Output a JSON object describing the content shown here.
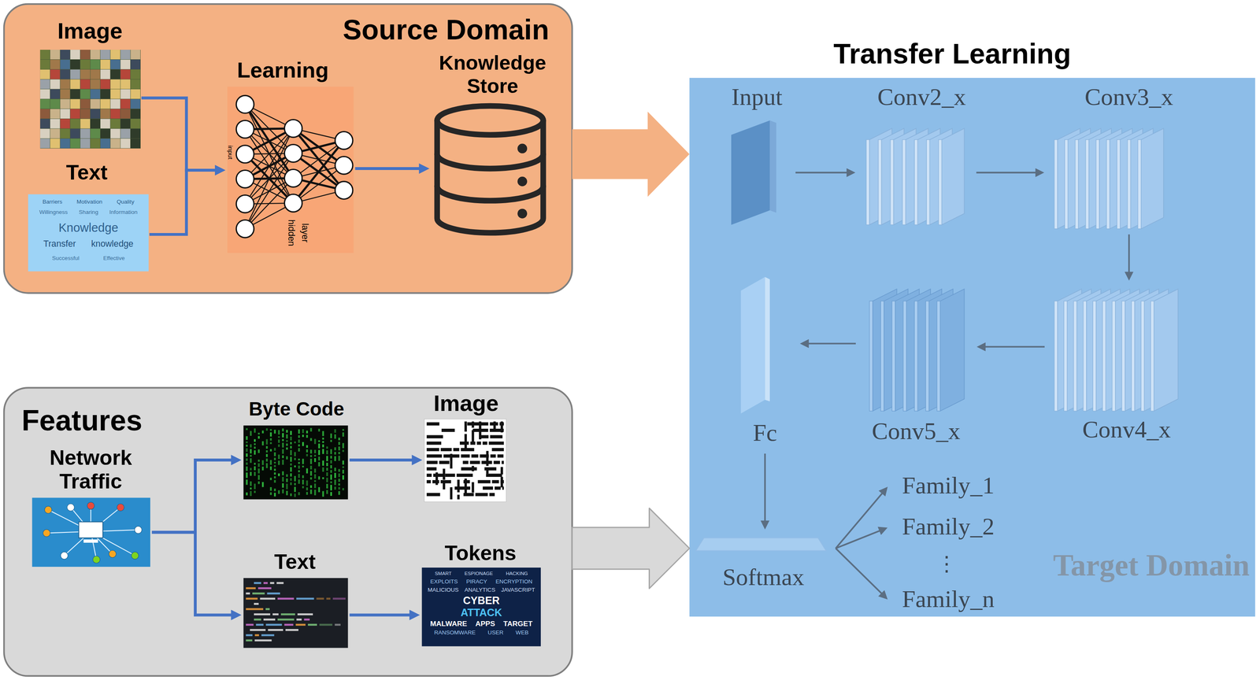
{
  "diagram": {
    "nodes": [
      {
        "text": [
          "Source Domain"
        ]
      },
      {
        "text": [
          "Image"
        ],
        "in": 0
      },
      {
        "text": [
          "Text"
        ],
        "in": 0
      },
      {
        "text": [
          "Learning"
        ],
        "in": 0
      },
      {
        "text": [
          "Knowledge Store"
        ],
        "in": 0
      },
      {
        "text": [
          "Transfer Learning",
          "Target Domain"
        ]
      },
      {
        "text": [
          "Input"
        ],
        "in": 5
      },
      {
        "text": [
          "Conv2_x"
        ],
        "in": 5
      },
      {
        "text": [
          "Conv3_x"
        ],
        "in": 5
      },
      {
        "text": [
          "Conv4_x"
        ],
        "in": 5
      },
      {
        "text": [
          "Conv5_x"
        ],
        "in": 5
      },
      {
        "text": [
          "Fc"
        ],
        "in": 5
      },
      {
        "text": [
          "Softmax"
        ],
        "in": 5
      },
      {
        "text": [
          "Family_1"
        ],
        "in": 5
      },
      {
        "text": [
          "Family_2"
        ],
        "in": 5
      },
      {
        "text": [
          "Family_n"
        ],
        "in": 5
      },
      {
        "text": [
          "Features"
        ]
      },
      {
        "text": [
          "Network Traffic"
        ],
        "in": 16
      },
      {
        "text": [
          "Byte Code"
        ],
        "in": 16
      },
      {
        "text": [
          "Image"
        ],
        "in": 16
      },
      {
        "text": [
          "Text"
        ],
        "in": 16
      },
      {
        "text": [
          "Tokens"
        ],
        "in": 16
      }
    ],
    "edges": [
      {
        "from": 1,
        "to": 3,
        "arrow": "to"
      },
      {
        "from": 2,
        "to": 3,
        "arrow": "to"
      },
      {
        "from": 3,
        "to": 4,
        "arrow": "to"
      },
      {
        "from": 0,
        "to": 5,
        "arrow": "to"
      },
      {
        "from": 6,
        "to": 7,
        "arrow": "to"
      },
      {
        "from": 7,
        "to": 8,
        "arrow": "to"
      },
      {
        "from": 8,
        "to": 9,
        "arrow": "to"
      },
      {
        "from": 9,
        "to": 10,
        "arrow": "to"
      },
      {
        "from": 10,
        "to": 11,
        "arrow": "to"
      },
      {
        "from": 11,
        "to": 12,
        "arrow": "to"
      },
      {
        "from": 12,
        "to": 13,
        "arrow": "to"
      },
      {
        "from": 12,
        "to": 14,
        "arrow": "to"
      },
      {
        "from": 12,
        "to": 15,
        "arrow": "to"
      },
      {
        "from": 17,
        "to": 18,
        "arrow": "to"
      },
      {
        "from": 17,
        "to": 20,
        "arrow": "to"
      },
      {
        "from": 18,
        "to": 19,
        "arrow": "to"
      },
      {
        "from": 20,
        "to": 21,
        "arrow": "to"
      },
      {
        "from": 16,
        "to": 5,
        "arrow": "to"
      }
    ],
    "labels": [
      "⋮",
      "input",
      "hidden",
      "layer",
      "Barriers",
      "Motivation",
      "Quality",
      "Willingness",
      "Sharing",
      "Information",
      "Knowledge",
      "Transfer",
      "knowledge",
      "Successful",
      "Effective",
      "SMART",
      "ESPIONAGE",
      "HACKING",
      "EXPLOITS",
      "PIRACY",
      "ENCRYPTION",
      "MALICIOUS",
      "ANALYTICS",
      "JAVASCRIPT",
      "CYBER",
      "ATTACK",
      "MALWARE",
      "APPS",
      "TARGET",
      "RANSOMWARE",
      "USER",
      "WEB"
    ]
  }
}
